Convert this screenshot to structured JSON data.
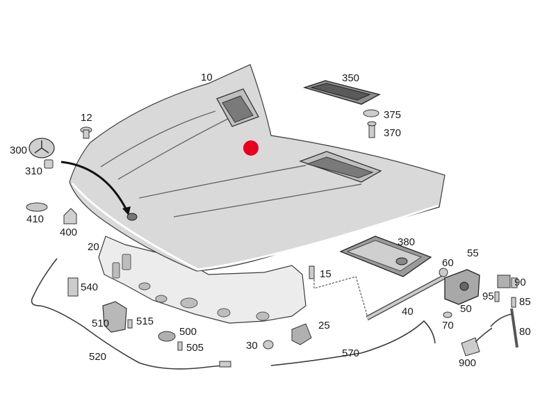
{
  "diagram": {
    "callouts": [
      {
        "id": "c10",
        "text": "10"
      },
      {
        "id": "c12",
        "text": "12"
      },
      {
        "id": "c300",
        "text": "300"
      },
      {
        "id": "c310",
        "text": "310"
      },
      {
        "id": "c410",
        "text": "410"
      },
      {
        "id": "c400",
        "text": "400"
      },
      {
        "id": "c350",
        "text": "350"
      },
      {
        "id": "c375",
        "text": "375"
      },
      {
        "id": "c370",
        "text": "370"
      },
      {
        "id": "c20",
        "text": "20"
      },
      {
        "id": "c380",
        "text": "380"
      },
      {
        "id": "c15",
        "text": "15"
      },
      {
        "id": "c60",
        "text": "60"
      },
      {
        "id": "c55",
        "text": "55"
      },
      {
        "id": "c90",
        "text": "90"
      },
      {
        "id": "c95",
        "text": "95"
      },
      {
        "id": "c85",
        "text": "85"
      },
      {
        "id": "c50",
        "text": "50"
      },
      {
        "id": "c40",
        "text": "40"
      },
      {
        "id": "c70",
        "text": "70"
      },
      {
        "id": "c80",
        "text": "80"
      },
      {
        "id": "c540",
        "text": "540"
      },
      {
        "id": "c510",
        "text": "510"
      },
      {
        "id": "c515",
        "text": "515"
      },
      {
        "id": "c500",
        "text": "500"
      },
      {
        "id": "c505",
        "text": "505"
      },
      {
        "id": "c25",
        "text": "25"
      },
      {
        "id": "c30",
        "text": "30"
      },
      {
        "id": "c570",
        "text": "570"
      },
      {
        "id": "c520",
        "text": "520"
      },
      {
        "id": "c900",
        "text": "900"
      }
    ],
    "marker_color": "#e8001c",
    "part_color": "#d9d9d9"
  }
}
